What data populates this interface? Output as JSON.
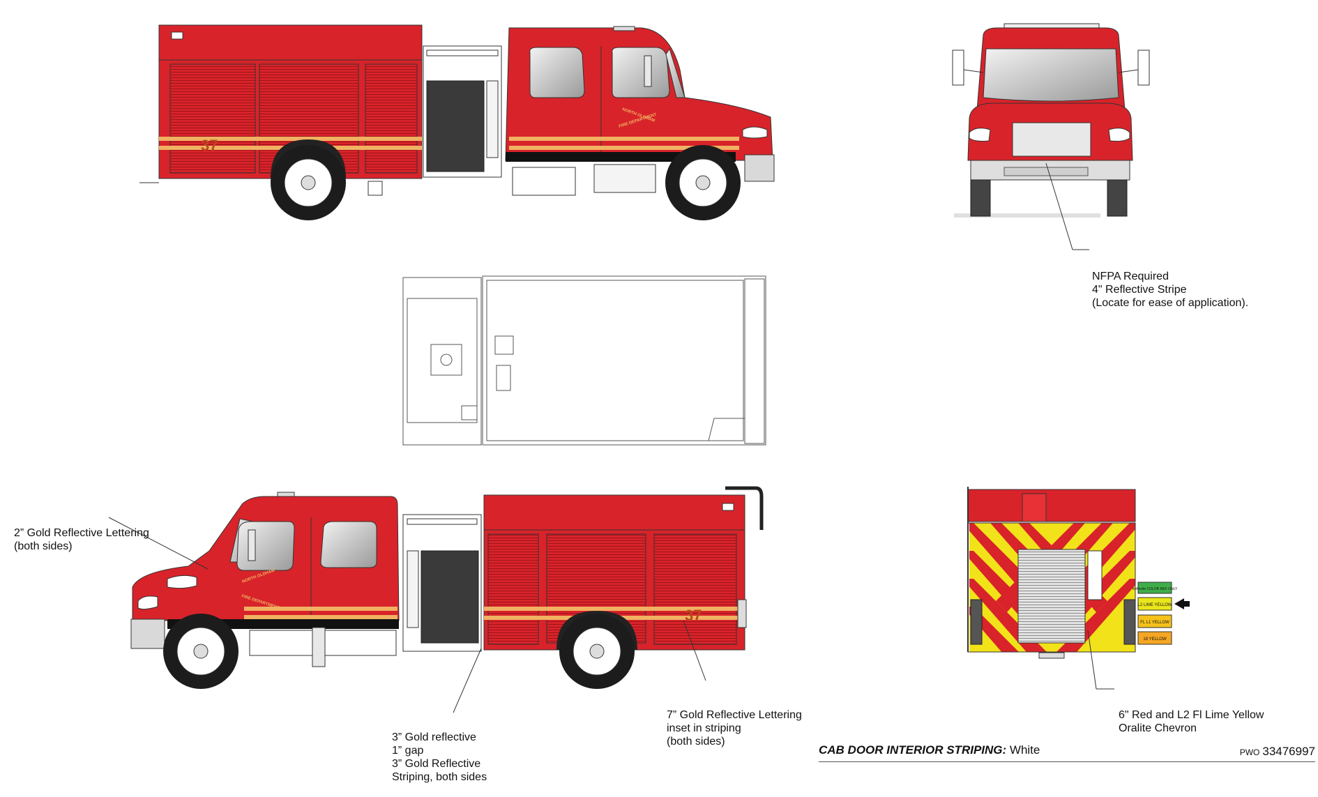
{
  "colors": {
    "body_red": "#d8232a",
    "dark_red": "#a3161c",
    "stripe_gold": "#f1b162",
    "chevron_yellow": "#f2e21a",
    "compartment_dark": "#3a3a3a",
    "chrome": "#d9d9d9",
    "outline": "#333333"
  },
  "truck": {
    "unit_number": "37",
    "door_seal_line1": "NORTH OLDHAM",
    "door_seal_line2": "FIRE DEPARTMENT"
  },
  "callouts": {
    "nfpa": [
      "NFPA Required",
      "4\" Reflective Stripe",
      "(Locate for ease of application)."
    ],
    "lettering_2in": [
      "2” Gold Reflective Lettering",
      "(both sides)"
    ],
    "striping": [
      "3” Gold reflective",
      "1” gap",
      "3” Gold Reflective",
      "Striping, both sides"
    ],
    "lettering_7in": [
      "7” Gold Reflective Lettering",
      "inset in striping",
      "(both sides)"
    ],
    "chevron": [
      "6\" Red and L2 Fl Lime Yellow",
      "Oralite Chevron"
    ]
  },
  "swatches": [
    {
      "label": "Reflexite COLOR REF ONLY",
      "color": "#3fae49"
    },
    {
      "label": "L2 LIME YELLOW",
      "color": "#e9e61b"
    },
    {
      "label": "FL L1 YELLOW",
      "color": "#f5c21b"
    },
    {
      "label": "18 YELLOW",
      "color": "#f5a623"
    }
  ],
  "footer": {
    "title": "CAB DOOR INTERIOR STRIPING:",
    "value": "White",
    "pwo_label": "PWO",
    "pwo_number": "33476997"
  }
}
